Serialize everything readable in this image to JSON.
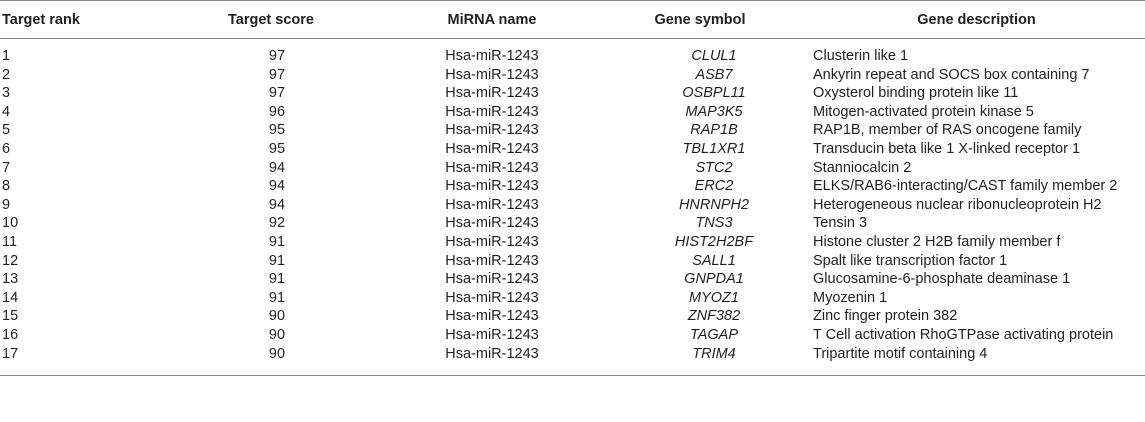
{
  "table": {
    "headers": [
      "Target rank",
      "Target score",
      "MiRNA name",
      "Gene symbol",
      "Gene description"
    ],
    "rows": [
      [
        "1",
        "97",
        "Hsa-miR-1243",
        "CLUL1",
        "Clusterin like 1"
      ],
      [
        "2",
        "97",
        "Hsa-miR-1243",
        "ASB7",
        "Ankyrin repeat and SOCS box containing 7"
      ],
      [
        "3",
        "97",
        "Hsa-miR-1243",
        "OSBPL11",
        "Oxysterol binding protein like 11"
      ],
      [
        "4",
        "96",
        "Hsa-miR-1243",
        "MAP3K5",
        "Mitogen-activated protein kinase 5"
      ],
      [
        "5",
        "95",
        "Hsa-miR-1243",
        "RAP1B",
        "RAP1B, member of RAS oncogene family"
      ],
      [
        "6",
        "95",
        "Hsa-miR-1243",
        "TBL1XR1",
        "Transducin beta like 1 X-linked receptor 1"
      ],
      [
        "7",
        "94",
        "Hsa-miR-1243",
        "STC2",
        "Stanniocalcin 2"
      ],
      [
        "8",
        "94",
        "Hsa-miR-1243",
        "ERC2",
        "ELKS/RAB6-interacting/CAST family member 2"
      ],
      [
        "9",
        "94",
        "Hsa-miR-1243",
        "HNRNPH2",
        "Heterogeneous nuclear ribonucleoprotein H2"
      ],
      [
        "10",
        "92",
        "Hsa-miR-1243",
        "TNS3",
        "Tensin 3"
      ],
      [
        "11",
        "91",
        "Hsa-miR-1243",
        "HIST2H2BF",
        "Histone cluster 2 H2B family member f"
      ],
      [
        "12",
        "91",
        "Hsa-miR-1243",
        "SALL1",
        "Spalt like transcription factor 1"
      ],
      [
        "13",
        "91",
        "Hsa-miR-1243",
        "GNPDA1",
        "Glucosamine-6-phosphate deaminase 1"
      ],
      [
        "14",
        "91",
        "Hsa-miR-1243",
        "MYOZ1",
        "Myozenin 1"
      ],
      [
        "15",
        "90",
        "Hsa-miR-1243",
        "ZNF382",
        "Zinc finger protein 382"
      ],
      [
        "16",
        "90",
        "Hsa-miR-1243",
        "TAGAP",
        "T Cell activation RhoGTPase activating protein"
      ],
      [
        "17",
        "90",
        "Hsa-miR-1243",
        "TRIM4",
        "Tripartite motif containing 4"
      ]
    ]
  }
}
